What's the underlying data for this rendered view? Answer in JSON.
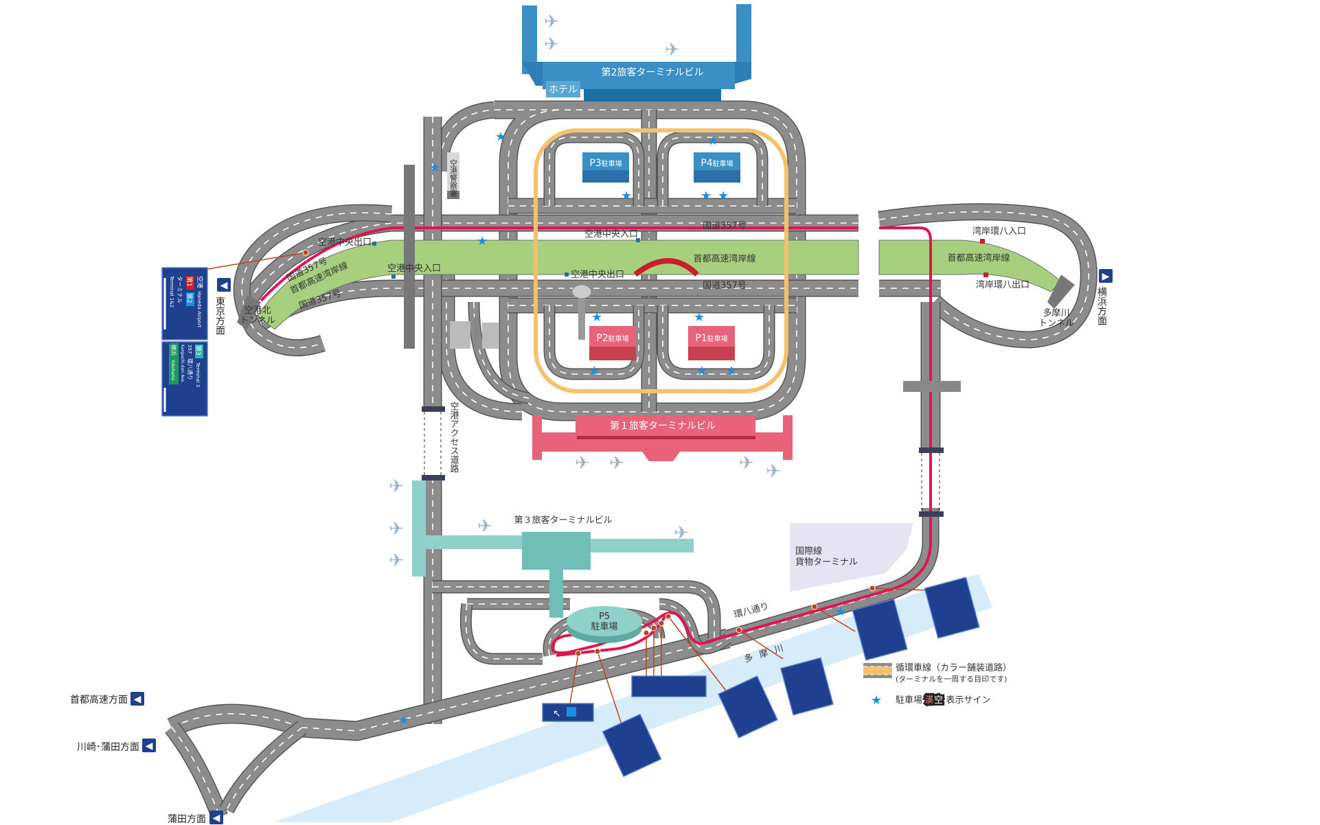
{
  "buildings": {
    "terminal2": "第2旅客ターミナルビル",
    "hotel": "ホテル",
    "terminal1": "第１旅客ターミナルビル",
    "terminal3": "第３旅客ターミナルビル",
    "cargo": [
      "国際線",
      "貨物ターミナル"
    ],
    "police": "空港警察署"
  },
  "parking": {
    "p1": {
      "code": "P1",
      "label": "駐車場"
    },
    "p2": {
      "code": "P2",
      "label": "駐車場"
    },
    "p3": {
      "code": "P3",
      "label": "駐車場"
    },
    "p4": {
      "code": "P4",
      "label": "駐車場"
    },
    "p5": {
      "code": "P5",
      "label": "駐車場"
    }
  },
  "roads": {
    "route357": "国道357号",
    "wangan": "首都高速湾岸線",
    "central_exit": "空港中央出口",
    "central_entrance": "空港中央入口",
    "north_tunnel": [
      "空港北",
      "トンネル"
    ],
    "tama_tunnel": [
      "多摩川",
      "トンネル"
    ],
    "kanpachi_entrance": "湾岸環八入口",
    "kanpachi_exit": "湾岸環八出口",
    "access_road": "空港アクセス道路",
    "kanpachi": "環八通り",
    "tamagawa": "多摩川"
  },
  "directions": {
    "tokyo": "東京方面",
    "yokohama": "横浜方面",
    "shutoko": "首都高速方面",
    "kawasaki_kamata": "川崎･蒲田方面",
    "kamata": "蒲田方面"
  },
  "main_sign": {
    "airport_ja": "空港",
    "airport_en": "Haneda Airport",
    "t1": "第1",
    "t2": "第2",
    "terminal_ja": "ターミナル",
    "terminal12_en": "Terminal 1&2",
    "t3": "第3",
    "terminal3_en": "Terminal 3",
    "route": "357",
    "kanpachi_ja": "環八通り",
    "kanpachi_en": "Kanpachi-dori Ave.",
    "yokohama_ja": "横浜",
    "yokohama_en": "Yokohama"
  },
  "legend": {
    "loop_line": "循環車線（カラー舗装道路）",
    "loop_note": "(ターミナルを一周する目印です)",
    "parking_sign_prefix": "駐車場",
    "full": "満",
    "vacant": "空",
    "parking_sign_suffix": "表示サイン"
  },
  "colors": {
    "terminal2": "#3a8fc4",
    "terminal1": "#e8627a",
    "terminal3": "#8fd0c8",
    "highway": "#a6d07e",
    "loop_line": "#f5c26b",
    "ring8": "#e0144f",
    "river": "#d6ecfa",
    "sign": "#1f3f8f",
    "star": "#1a8fe0"
  }
}
